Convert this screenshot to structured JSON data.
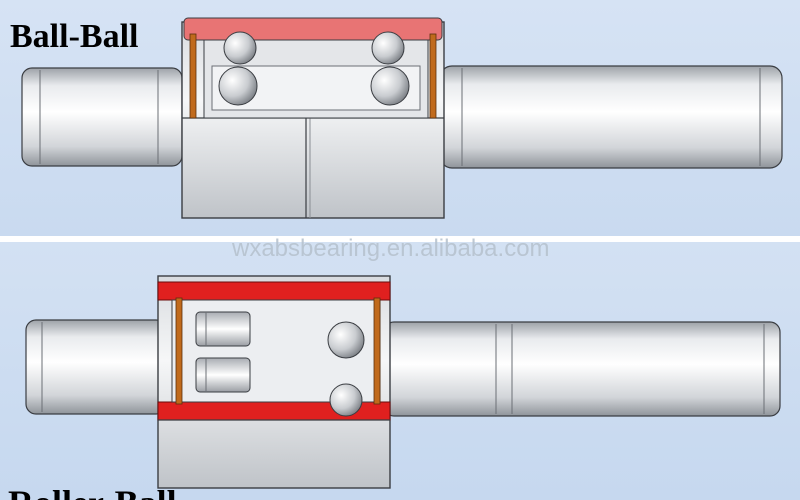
{
  "diagram": {
    "top_title": "Ball-Ball",
    "bottom_title": "Roller-Ball",
    "watermark": "wxabsbearing.en.alibaba.com"
  },
  "colors": {
    "background": "#c9daf0",
    "shaft_light": "#f4f5f7",
    "shaft_dark": "#a9adb3",
    "outline": "#3a3d42",
    "seal_highlight": "#e36a6a",
    "seal_red": "#e0201f",
    "retainer_orange": "#c06a1c",
    "ball": "#cfd2d6"
  },
  "icons": {
    "ball_bearing_assembly": "ball-ball-bearing-icon",
    "roller_ball_assembly": "roller-ball-bearing-icon"
  }
}
